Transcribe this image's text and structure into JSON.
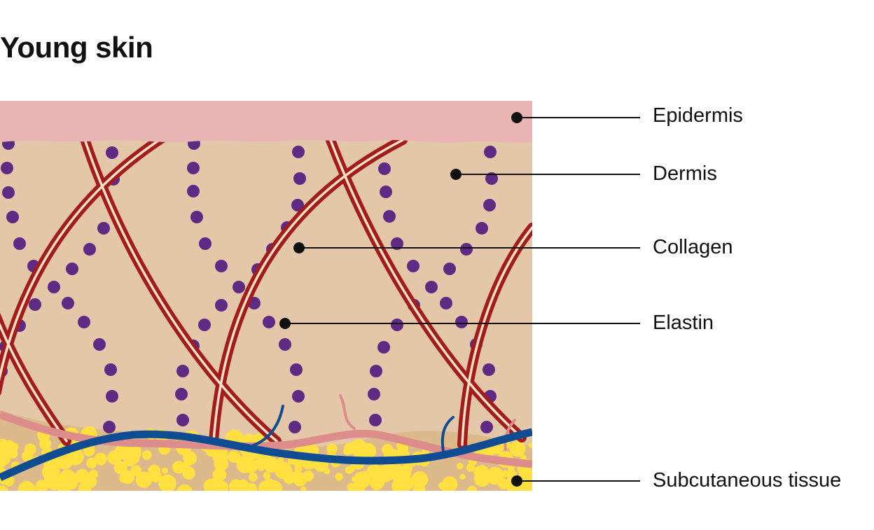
{
  "title": "Young skin",
  "labels": {
    "epidermis": "Epidermis",
    "dermis": "Dermis",
    "collagen": "Collagen",
    "elastin": "Elastin",
    "subcutaneous": "Subcutaneous tissue"
  },
  "colors": {
    "epidermis": "#e8b4b4",
    "dermis": "#e3c7a8",
    "collagen": "#a31c1c",
    "collagen_core": "#f3e0c7",
    "elastin": "#5e2a84",
    "subcutaneous": "#dcb98a",
    "fat": "#ffe040",
    "artery": "#0f4c92",
    "capillary": "#dd8c8c"
  }
}
